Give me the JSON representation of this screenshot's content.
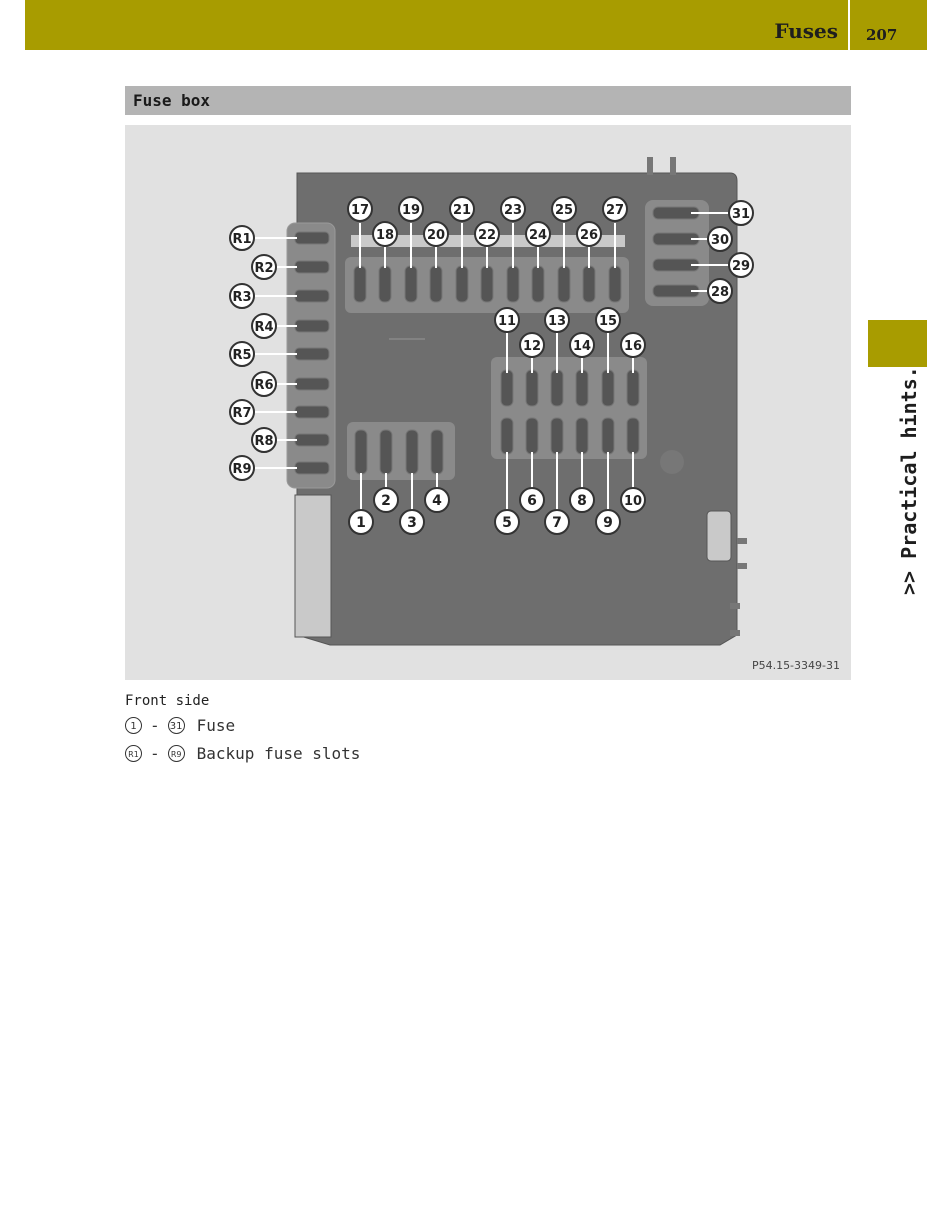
{
  "header": {
    "title": "Fuses",
    "page_number": "207"
  },
  "side_tab": {
    "label": ">> Practical hints."
  },
  "section": {
    "title": "Fuse box"
  },
  "figure": {
    "reference_code": "P54.15-3349-31",
    "fuse_labels_top_upper": [
      "17",
      "19",
      "21",
      "23",
      "25",
      "27"
    ],
    "fuse_labels_top_lower": [
      "18",
      "20",
      "22",
      "24",
      "26"
    ],
    "fuse_labels_right": [
      "31",
      "30",
      "29",
      "28"
    ],
    "fuse_labels_mid_upper": [
      "11",
      "13",
      "15"
    ],
    "fuse_labels_mid_lower": [
      "12",
      "14",
      "16"
    ],
    "fuse_labels_bottom_left_upper": [
      "2",
      "4"
    ],
    "fuse_labels_bottom_left_lower": [
      "1",
      "3"
    ],
    "fuse_labels_bottom_mid_upper": [
      "6",
      "8",
      "10"
    ],
    "fuse_labels_bottom_mid_lower": [
      "5",
      "7",
      "9"
    ],
    "backup_labels": [
      "R1",
      "R2",
      "R3",
      "R4",
      "R5",
      "R6",
      "R7",
      "R8",
      "R9"
    ]
  },
  "caption": "Front side",
  "legend": [
    {
      "from": "1",
      "to": "31",
      "sep": "-",
      "description": "Fuse"
    },
    {
      "from": "R1",
      "to": "R9",
      "sep": "-",
      "description": "Backup fuse slots"
    }
  ],
  "colors": {
    "accent": "#a89c00",
    "section_bar": "#b4b4b4",
    "figure_bg": "#e1e1e1",
    "box": "#6e6e6e"
  }
}
